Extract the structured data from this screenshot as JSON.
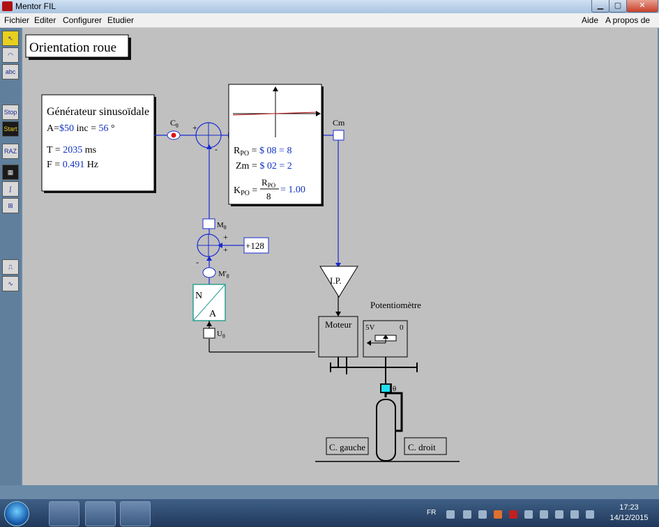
{
  "window": {
    "title": "Mentor FIL",
    "min": "▁",
    "max": "▢",
    "close": "✕"
  },
  "menu": {
    "fichier": "Fichier",
    "editer": "Editer",
    "configurer": "Configurer",
    "etudier": "Etudier",
    "aide": "Aide",
    "apropos": "A propos de ..."
  },
  "toolbar": {
    "text_tool": "abc",
    "stop": "Stop",
    "start": "Start",
    "raz": "RAZ"
  },
  "diagram": {
    "title": "Orientation roue",
    "generator": {
      "title": "Générateur sinusoïdale",
      "a_label": "A=",
      "a_val": "$50",
      "inc_label": " inc = ",
      "inc_val": "56",
      "deg": " °",
      "t_label": "T = ",
      "t_val": "2035",
      "t_unit": " ms",
      "f_label": "F = ",
      "f_val": "0.491",
      "f_unit": " Hz"
    },
    "c_theta": "C",
    "theta": "θ",
    "plus": "+",
    "minus": "-",
    "cm": "Cm",
    "rpo_r": "R",
    "rpo_sub": "PO",
    "rpo_eq": " = ",
    "rpo_val": "$ 08",
    "rpo_eq2": " = 8",
    "zm_label": "Zm = ",
    "zm_val": "$ 02",
    "zm_eq2": " = 2",
    "kpo_k": "K",
    "kpo_sub": "PO",
    "kpo_eq": " =",
    "kpo_den": "8",
    "kpo_val": "= 1.00",
    "m_label": "M",
    "mprime_label": "M'",
    "u_label": "U",
    "offset": "+128",
    "n_label": "N",
    "a_conv": "A",
    "ip": "I.P.",
    "moteur": "Moteur",
    "potentiometre": "Potentiomètre",
    "pot_5v": "5V",
    "pot_0": "0",
    "c_gauche": "C. gauche",
    "c_droit": "C. droit"
  },
  "taskbar": {
    "lang": "FR",
    "time": "17:23",
    "date": "14/12/2015"
  }
}
